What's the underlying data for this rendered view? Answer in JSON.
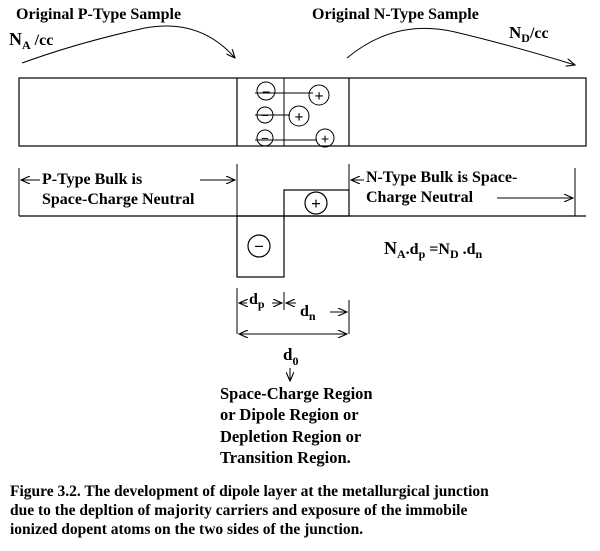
{
  "labels": {
    "p_sample": "Original P-Type Sample",
    "n_sample": "Original N-Type Sample",
    "na_base": "N",
    "na_sub": "A",
    "na_unit": " /cc",
    "nd_base": "N",
    "nd_sub": "D",
    "nd_unit": "/cc",
    "p_bulk_line1": "P-Type Bulk is",
    "p_bulk_line2": "Space-Charge Neutral",
    "n_bulk_line1": "N-Type Bulk is Space-",
    "n_bulk_line2": "Charge Neutral",
    "eq_na": "N",
    "eq_na_sub": "A",
    "eq_dot1": ".d",
    "eq_dp_sub": "p",
    "eq_equals": " =N",
    "eq_nd_sub": "D",
    "eq_dot2": " .d",
    "eq_dn_sub": "n",
    "dp_base": "d",
    "dp_sub": "p",
    "dn_base": "d",
    "dn_sub": "n",
    "d0_base": "d",
    "d0_sub": "0",
    "region_line1": "Space-Charge Region",
    "region_line2": "or Dipole Region or",
    "region_line3": "Depletion Region or",
    "region_line4": "Transition Region."
  },
  "charges": {
    "minus": "−",
    "plus": "+"
  },
  "caption": {
    "line1": "Figure 3.2. The development of dipole layer at the metallurgical junction",
    "line2": "due to the depltion of majority carriers and exposure of the immobile",
    "line3": "ionized dopent atoms on the two sides of the junction."
  }
}
